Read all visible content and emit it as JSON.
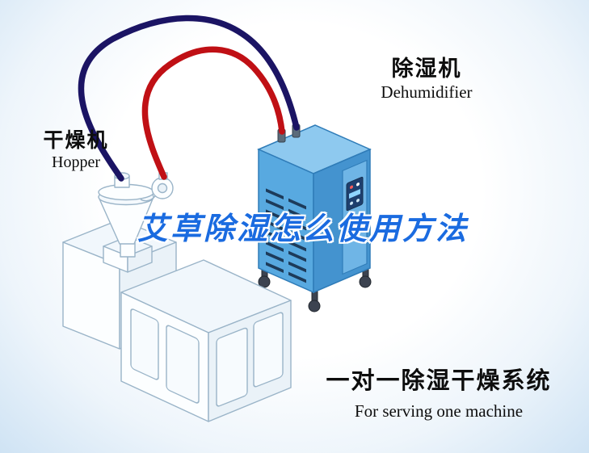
{
  "title": "艾草除湿怎么使用方法",
  "machine_labels": {
    "hopper": {
      "cn": "干燥机",
      "en": "Hopper"
    },
    "dehumidifier": {
      "cn": "除湿机",
      "en": "Dehumidifier"
    }
  },
  "caption": {
    "cn": "一对一除湿干燥系统",
    "en": "For serving one machine"
  },
  "colors": {
    "pipe_blue": "#1b1464",
    "pipe_red": "#c01015",
    "dehumidifier_front": "#58a9e0",
    "dehumidifier_top": "#8ec9ef",
    "dehumidifier_side": "#4493cf",
    "vent_slot": "#1d3b5a",
    "title_text": "#1a6be0",
    "machine_outline": "#9ab4c8",
    "background_tint": "#cfe3f4"
  }
}
